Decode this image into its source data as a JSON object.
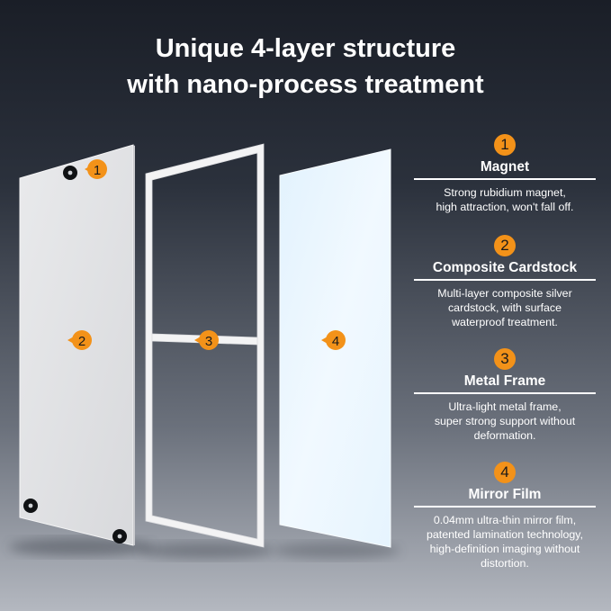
{
  "title": {
    "line1": "Unique 4-layer structure",
    "line2": "with nano-process treatment"
  },
  "callouts": [
    "1",
    "2",
    "3",
    "4"
  ],
  "features": [
    {
      "number": "1",
      "name": "Magnet",
      "desc": [
        "Strong rubidium magnet,",
        "high attraction, won't fall off."
      ]
    },
    {
      "number": "2",
      "name": "Composite Cardstock",
      "desc": [
        "Multi-layer composite silver",
        "cardstock, with surface",
        "waterproof treatment."
      ]
    },
    {
      "number": "3",
      "name": "Metal Frame",
      "desc": [
        "Ultra-light metal frame,",
        "super strong support without",
        "deformation."
      ]
    },
    {
      "number": "4",
      "name": "Mirror Film",
      "desc": [
        "0.04mm ultra-thin mirror film,",
        "patented lamination technology,",
        "high-definition imaging without",
        "distortion."
      ]
    }
  ],
  "colors": {
    "accent": "#f39219",
    "text": "#ffffff",
    "background_top": "#1a1e27",
    "background_bottom": "#b4b8c0"
  },
  "icons": [
    "magnet-icon",
    "callout-arrow-icon"
  ]
}
